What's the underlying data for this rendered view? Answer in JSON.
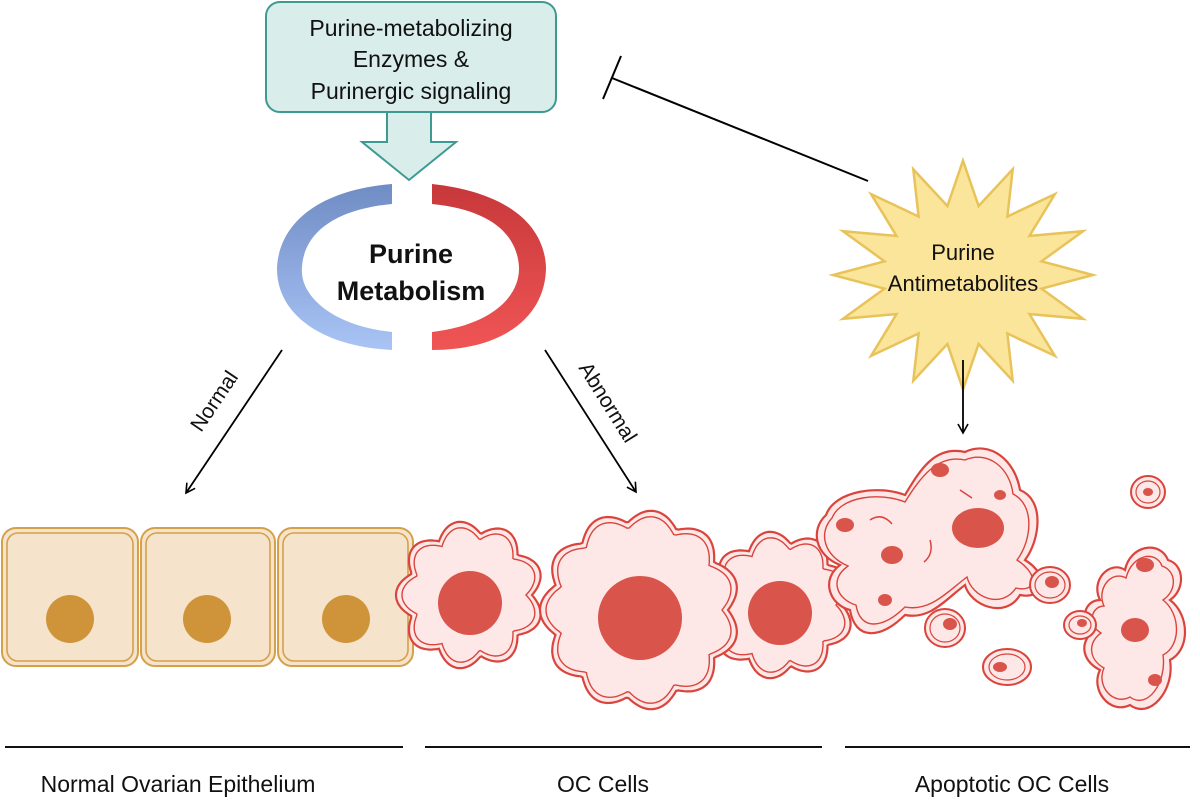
{
  "enzymes_box": {
    "lines": [
      "Purine-metabolizing",
      "Enzymes &",
      "Purinergic signaling"
    ]
  },
  "cycle": {
    "lines": [
      "Purine",
      "Metabolism"
    ]
  },
  "branches": {
    "normal": "Normal",
    "abnormal": "Abnormal"
  },
  "antimetabolites": {
    "lines": [
      "Purine",
      "Antimetabolites"
    ]
  },
  "sections": {
    "normal": "Normal Ovarian Epithelium",
    "oc": "OC Cells",
    "apoptotic": "Apoptotic OC Cells"
  },
  "colors": {
    "box_fill": "#d9eeea",
    "box_stroke": "#3d9a93",
    "cycle_blue": "#8fa9d9",
    "cycle_red": "#dc4a4a",
    "burst_fill": "#fbe59a",
    "burst_stroke": "#e8c35a",
    "normal_fill": "#f5e3cc",
    "normal_stroke": "#d4a04a",
    "normal_nucleus": "#cf943a",
    "oc_fill": "#fde7e7",
    "oc_stroke": "#d9453c",
    "oc_nucleus": "#d9544a"
  }
}
